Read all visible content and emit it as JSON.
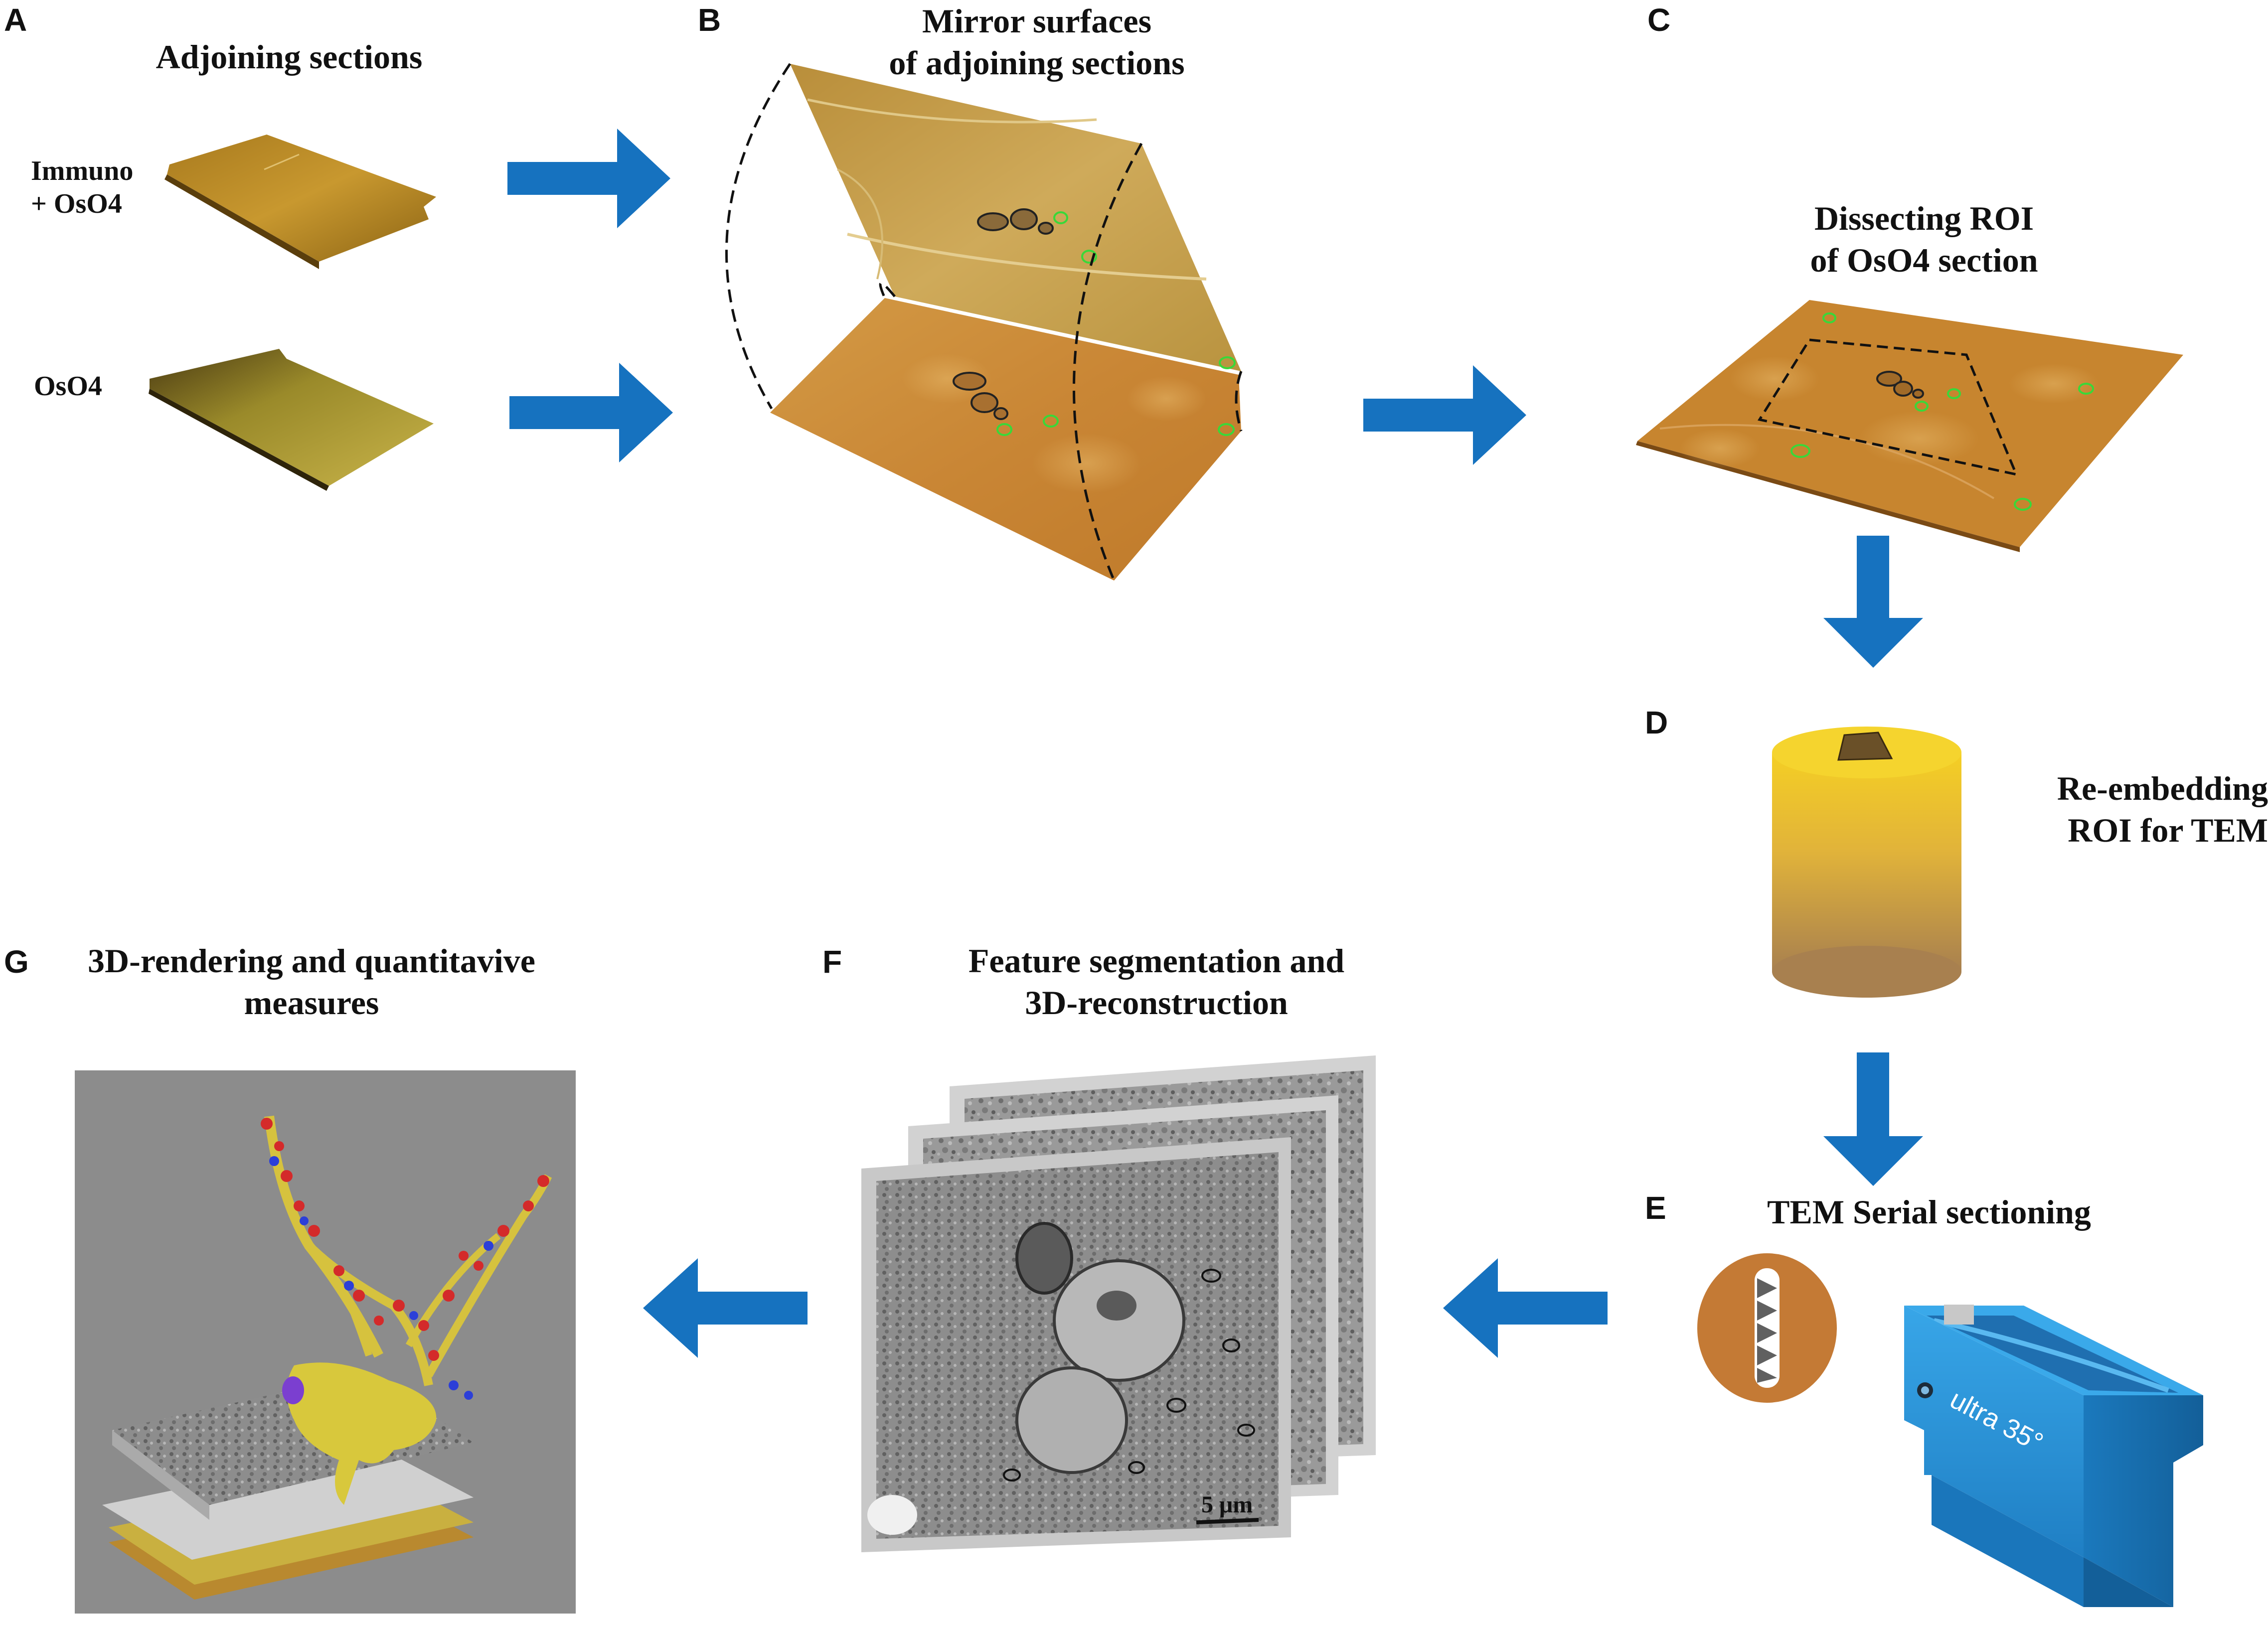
{
  "colors": {
    "arrow": "#1672bf",
    "tissue_light": "#c9a24e",
    "tissue_dark": "#c7852f",
    "block_top": "#f2cc2c",
    "block_bottom": "#a8804f",
    "boat": "#2a9be0",
    "grid": "#c47a35",
    "panel_g_bg": "#8c8c8c",
    "dendrite": "#d6c23e",
    "spine_red": "#d42a2a",
    "spine_blue": "#2c3fd8",
    "spine_purple": "#7b3fd0",
    "roi_marker": "#39d839"
  },
  "panels": {
    "A": {
      "letter": "A",
      "title": [
        "Adjoining sections"
      ],
      "row1": [
        "Immuno",
        "+ OsO4"
      ],
      "row2": [
        "OsO4"
      ]
    },
    "B": {
      "letter": "B",
      "title": [
        "Mirror surfaces",
        "of adjoining sections"
      ]
    },
    "C": {
      "letter": "C",
      "title": [
        "Dissecting ROI",
        "of OsO4 section"
      ]
    },
    "D": {
      "letter": "D",
      "title": [
        "Re-embedding",
        "ROI for TEM"
      ]
    },
    "E": {
      "letter": "E",
      "title": [
        "TEM Serial sectioning"
      ],
      "knife_label": "ultra 35°"
    },
    "F": {
      "letter": "F",
      "title": [
        "Feature segmentation and",
        "3D-reconstruction"
      ],
      "scale_bar": "5 μm"
    },
    "G": {
      "letter": "G",
      "title": [
        "3D-rendering and quantitavive",
        "measures"
      ]
    }
  }
}
